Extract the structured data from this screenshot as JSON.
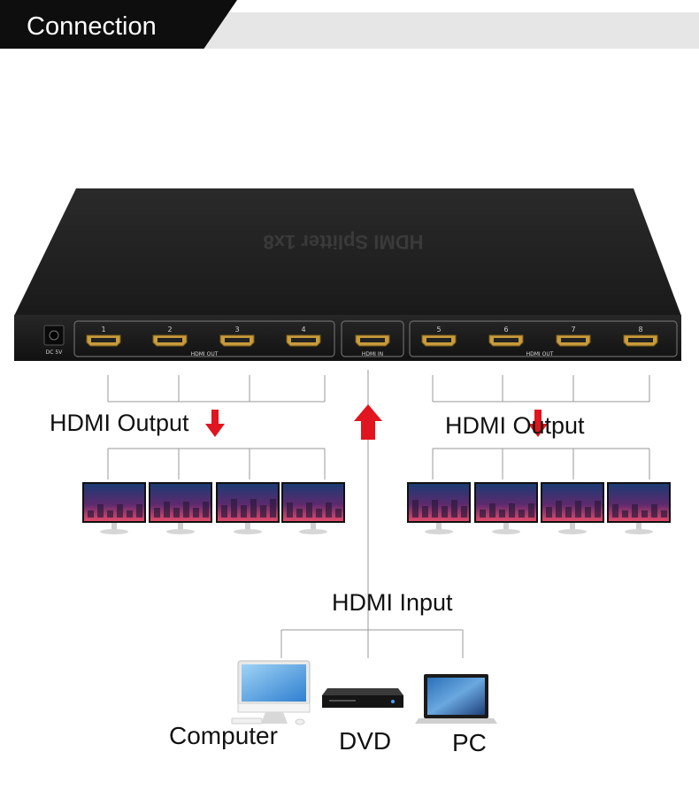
{
  "header": {
    "title": "Connection"
  },
  "device": {
    "top_print": "HDMI Splitter 1x8",
    "dc_label": "DC 5V",
    "out_group_label": "HDMI OUT",
    "in_label": "HDMI IN",
    "port_numbers": [
      "1",
      "2",
      "3",
      "4",
      "5",
      "6",
      "7",
      "8"
    ]
  },
  "labels": {
    "output_left": "HDMI Output",
    "output_right": "HDMI Output",
    "input": "HDMI Input",
    "computer": "Computer",
    "dvd": "DVD",
    "pc": "PC"
  },
  "colors": {
    "arrow": "#e0151f",
    "device": "#1f1f1f",
    "banner": "#0e0e0e"
  }
}
